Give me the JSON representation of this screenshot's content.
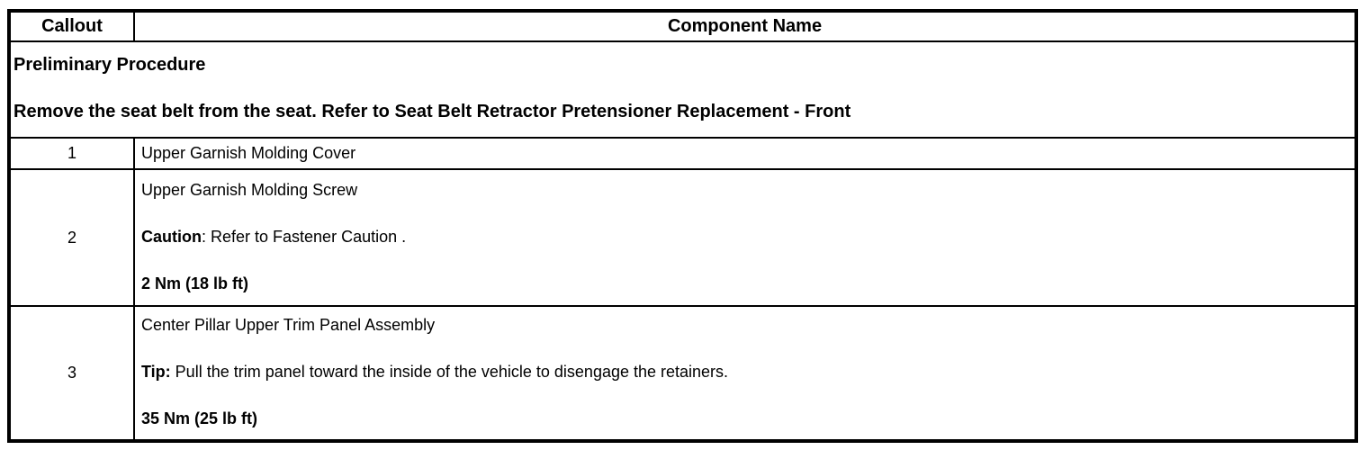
{
  "table": {
    "header": {
      "callout_label": "Callout",
      "component_label": "Component Name"
    },
    "preliminary": {
      "title": "Preliminary Procedure",
      "instruction": "Remove the seat belt from the seat. Refer to Seat Belt Retractor Pretensioner Replacement - Front"
    },
    "rows": [
      {
        "callout": "1",
        "name": "Upper Garnish Molding Cover"
      },
      {
        "callout": "2",
        "name": "Upper Garnish Molding Screw",
        "note_label": "Caution",
        "note_text": ": Refer to Fastener Caution .",
        "torque": "2 Nm (18 lb ft)"
      },
      {
        "callout": "3",
        "name": "Center Pillar Upper Trim Panel Assembly",
        "note_label": "Tip:",
        "note_text": " Pull the trim panel toward the inside of the vehicle to disengage the retainers.",
        "torque": "35 Nm (25 lb ft)"
      }
    ]
  },
  "colors": {
    "border": "#000000",
    "text": "#000000",
    "background": "#ffffff"
  }
}
